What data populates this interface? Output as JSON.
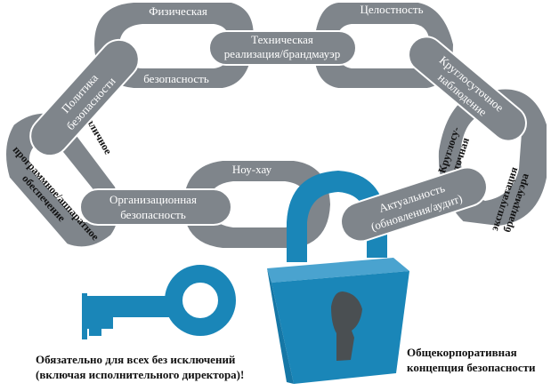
{
  "colors": {
    "chain": "#7f858b",
    "chain_outline": "#ffffff",
    "lock_blue": "#1a86b8",
    "lock_light": "#4aa3cf",
    "keyhole": "#4a4f52",
    "key_blue": "#1a86b8"
  },
  "chain_labels": {
    "physical": "Физическая",
    "physical_bottom": "безопасность",
    "integrity": "Целостность",
    "technical_1": "Техническая",
    "technical_2": "реализация/брандмауэр",
    "policy_1": "Политика",
    "policy_2": "безопасности",
    "monitoring_1": "Круглосуточное",
    "monitoring_2": "наблюдение",
    "different": "Различное",
    "software_1": "программное/аппаратное",
    "software_2": "обеспечение",
    "organizational_1": "Организационная",
    "organizational_2": "безопасность",
    "knowhow": "Ноу-хау",
    "roundclock_1": "Круглосу-",
    "roundclock_2": "точная",
    "firewall_1": "эксплуатация",
    "firewall_2": "брандмауэра",
    "actuality_1": "Актуальность",
    "actuality_2": "(обновления/аудит)"
  },
  "captions": {
    "key_line1": "Обязательно для всех без исключений",
    "key_line2": "(включая исполнительного директора)!",
    "lock_line1": "Общекорпоративная",
    "lock_line2": "концепция безопасности"
  }
}
